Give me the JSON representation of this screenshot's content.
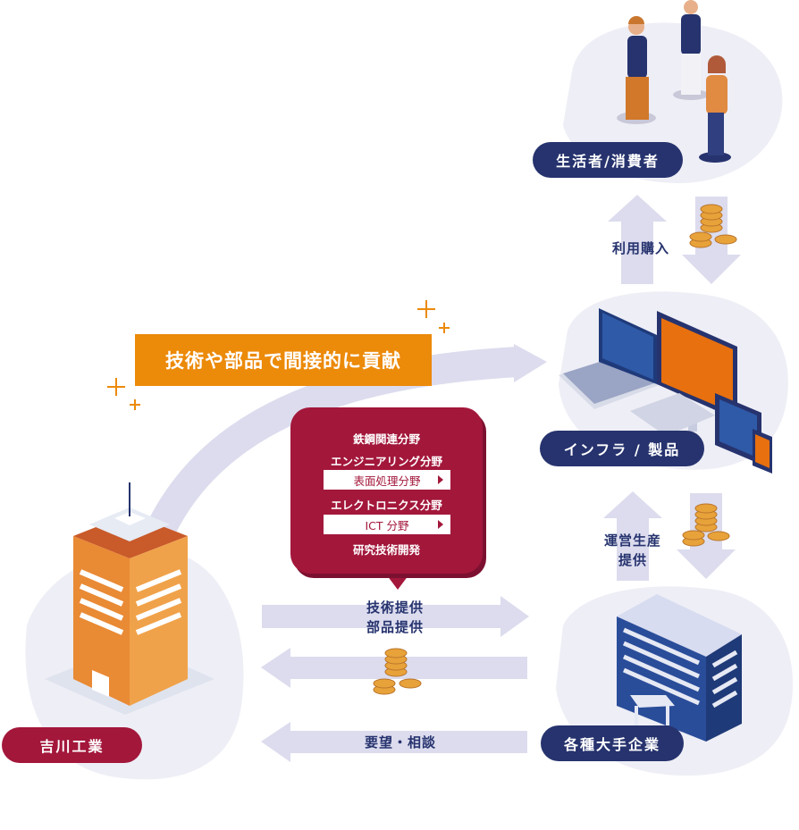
{
  "nodes": {
    "consumers": "生活者/消費者",
    "infra": "インフラ / 製品",
    "makers": "各種大手企業",
    "yoshikawa": "吉川工業"
  },
  "banner": "技術や部品で間接的に貢献",
  "fields": {
    "steel": "鉄鋼関連分野",
    "engineering": "エンジニアリング分野",
    "surface": "表面処理分野",
    "electronics": "エレクトロニクス分野",
    "ict": "ICT 分野",
    "research": "研究技術開発"
  },
  "flows": {
    "use_purchase": "利用購入",
    "production_line1": "運営生産",
    "production_line2": "提供",
    "tech_line1": "技術提供",
    "tech_line2": "部品提供",
    "request": "要望・相談"
  },
  "colors": {
    "navy": "#26336e",
    "crimson": "#a3173b",
    "orange": "#ec8a0a",
    "arrow": "#dcdcee",
    "blob": "#eeeef6"
  }
}
